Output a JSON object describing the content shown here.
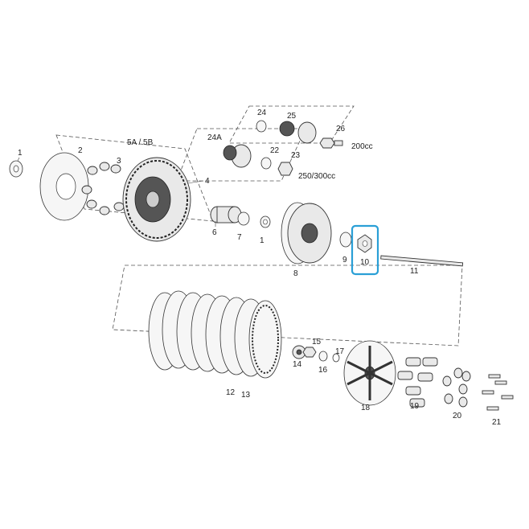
{
  "callouts": {
    "c1": "1",
    "c1b": "1",
    "c2": "2",
    "c3": "3",
    "c4": "4",
    "c5": "5A / 5B",
    "c6": "6",
    "c7": "7",
    "c8": "8",
    "c9": "9",
    "c10": "10",
    "c11": "11",
    "c12": "12",
    "c13": "13",
    "c14": "14",
    "c15": "15",
    "c16": "16",
    "c17": "17",
    "c18": "18",
    "c19": "19",
    "c20": "20",
    "c21": "21",
    "c22": "22",
    "c23": "23",
    "c24": "24",
    "c24a": "24A",
    "c25": "25",
    "c26": "26"
  },
  "variants": {
    "v200": "200cc",
    "v250": "250/300cc"
  },
  "highlight": {
    "part": "10",
    "color": "#2a9fd6"
  }
}
